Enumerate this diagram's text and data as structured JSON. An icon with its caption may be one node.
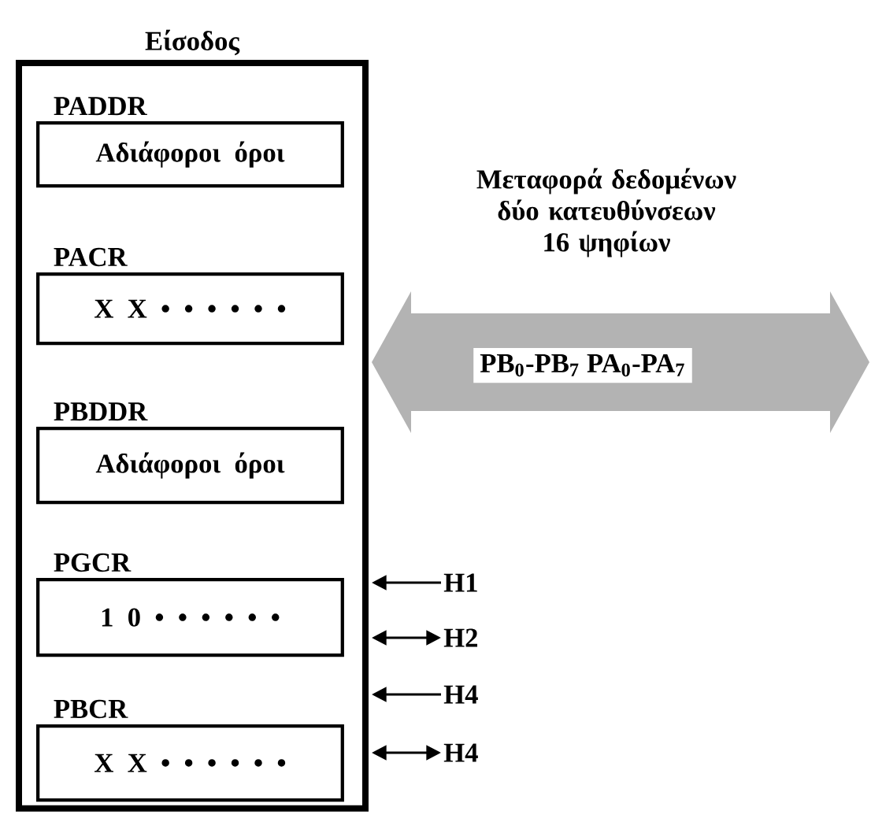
{
  "diagram": {
    "nodes": [
      {
        "text": [
          "Είσοδος"
        ]
      },
      {
        "text": [
          "PADDR",
          "Αδιάφοροι όροι"
        ],
        "in": 0
      },
      {
        "text": [
          "PACR",
          "X X • • • • • •"
        ],
        "in": 0
      },
      {
        "text": [
          "PBDDR",
          "Αδιάφοροι όροι"
        ],
        "in": 0
      },
      {
        "text": [
          "PGCR",
          "1 0 • • • • • •"
        ],
        "in": 0
      },
      {
        "text": [
          "PBCR",
          "X X • • • • • •"
        ],
        "in": 0
      },
      {
        "text": [
          "H1"
        ]
      },
      {
        "text": [
          "H2"
        ]
      },
      {
        "text": [
          "H4"
        ]
      },
      {
        "text": [
          "H4"
        ]
      }
    ],
    "edges": [
      {
        "from": null,
        "to": 0,
        "arrow": "both",
        "style": "thick",
        "color": "#b3b3b3",
        "label": "PB$_{0}$-PB$_{7}$   PA$_{0}$-PA$_{7}$"
      },
      {
        "from": 6,
        "to": 0,
        "arrow": "to"
      },
      {
        "from": 7,
        "to": 0,
        "arrow": "both"
      },
      {
        "from": 8,
        "to": 0,
        "arrow": "to"
      },
      {
        "from": 9,
        "to": 0,
        "arrow": "both"
      }
    ],
    "labels": [
      "Μεταφορά δεδομένων δύο κατευθύνσεων 16 ψηφίων"
    ]
  }
}
